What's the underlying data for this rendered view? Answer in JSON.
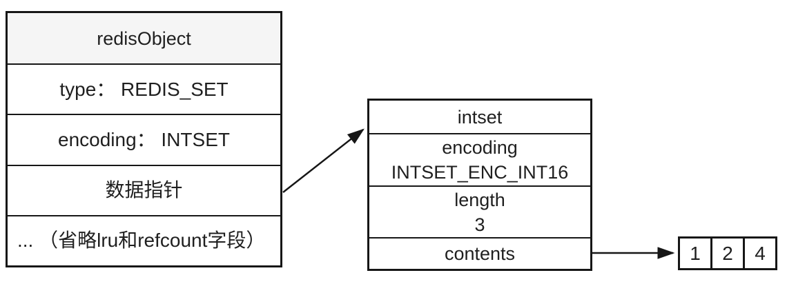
{
  "redis_object": {
    "header": "redisObject",
    "rows": [
      "type： REDIS_SET",
      "encoding： INTSET",
      "数据指针",
      "... （省略lru和refcount字段）"
    ]
  },
  "intset": {
    "rows": [
      [
        "intset"
      ],
      [
        "encoding",
        "INTSET_ENC_INT16"
      ],
      [
        "length",
        "3"
      ],
      [
        "contents"
      ]
    ]
  },
  "contents_array": {
    "cells": [
      "1",
      "2",
      "4"
    ]
  },
  "colors": {
    "line": "#161616",
    "header_bg": "#f5f5f5",
    "text": "#1f1f1f",
    "background": "#ffffff"
  }
}
